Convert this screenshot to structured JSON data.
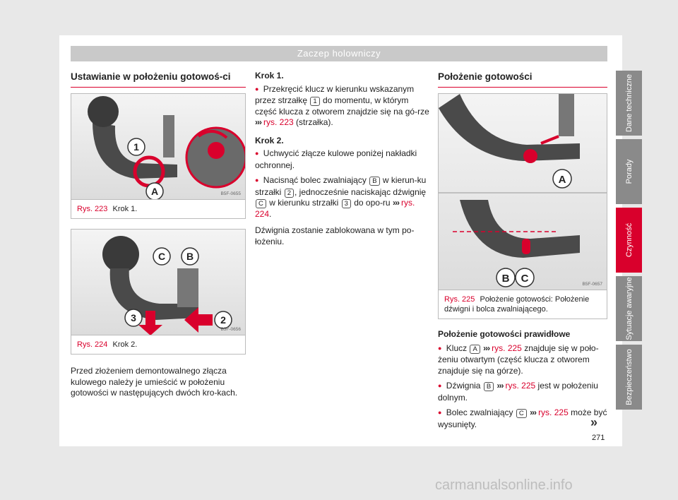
{
  "header": {
    "title": "Zaczep holowniczy"
  },
  "col1": {
    "title": "Ustawianie w położeniu gotowoś-ci",
    "fig1": {
      "code": "B5F-0655",
      "rys": "Rys. 223",
      "caption": "Krok 1.",
      "labels": [
        "1",
        "A"
      ]
    },
    "fig2": {
      "code": "B5F-0656",
      "rys": "Rys. 224",
      "caption": "Krok 2.",
      "labels": [
        "C",
        "B",
        "3",
        "2"
      ]
    },
    "para": "Przed złożeniem demontowalnego złącza kulowego należy je umieścić w położeniu gotowości w następujących dwóch kro-kach."
  },
  "col2": {
    "step1": "Krok 1.",
    "b1_pre": "Przekręcić klucz w kierunku wskazanym przez strzałkę",
    "b1_box": "1",
    "b1_mid": "do momentu, w którym część klucza z otworem znajdzie się na gó-rze",
    "b1_ref": "rys. 223",
    "b1_post": "(strzałka).",
    "step2": "Krok 2.",
    "b2": "Uchwycić złącze kulowe poniżej nakładki ochronnej.",
    "b3_pre": "Nacisnąć bolec zwalniający",
    "b3_boxB": "B",
    "b3_mid1": "w kierun-ku strzałki",
    "b3_box2": "2",
    "b3_mid2": ", jednocześnie naciskając dźwignię",
    "b3_boxC": "C",
    "b3_mid3": "w kierunku strzałki",
    "b3_box3": "3",
    "b3_mid4": "do opo-ru",
    "b3_ref": "rys. 224",
    "b3_post": ".",
    "para": "Dźwignia zostanie zablokowana w tym po-łożeniu."
  },
  "col3": {
    "title": "Położenie gotowości",
    "fig": {
      "code": "B5F-0657",
      "rys": "Rys. 225",
      "caption": "Położenie gotowości: Położenie dźwigni i bolca zwalniającego.",
      "labels": [
        "A",
        "B",
        "C"
      ]
    },
    "subtitle": "Położenie gotowości prawidłowe",
    "i1_pre": "Klucz",
    "i1_box": "A",
    "i1_ref": "rys. 225",
    "i1_post": "znajduje się w poło-żeniu otwartym (część klucza z otworem znajduje się na górze).",
    "i2_pre": "Dźwignia",
    "i2_box": "B",
    "i2_ref": "rys. 225",
    "i2_post": "jest w położeniu dolnym.",
    "i3_pre": "Bolec zwalniający",
    "i3_box": "C",
    "i3_ref": "rys. 225",
    "i3_post": "może być wysunięty."
  },
  "arrow_glyph": "›››",
  "continue_glyph": "»",
  "sidebar": [
    "Dane techniczne",
    "Porady",
    "Czynność",
    "Sytuacje awaryjne",
    "Bezpieczeństwo"
  ],
  "page_number": "271",
  "watermark": "carmanualsonline.info"
}
